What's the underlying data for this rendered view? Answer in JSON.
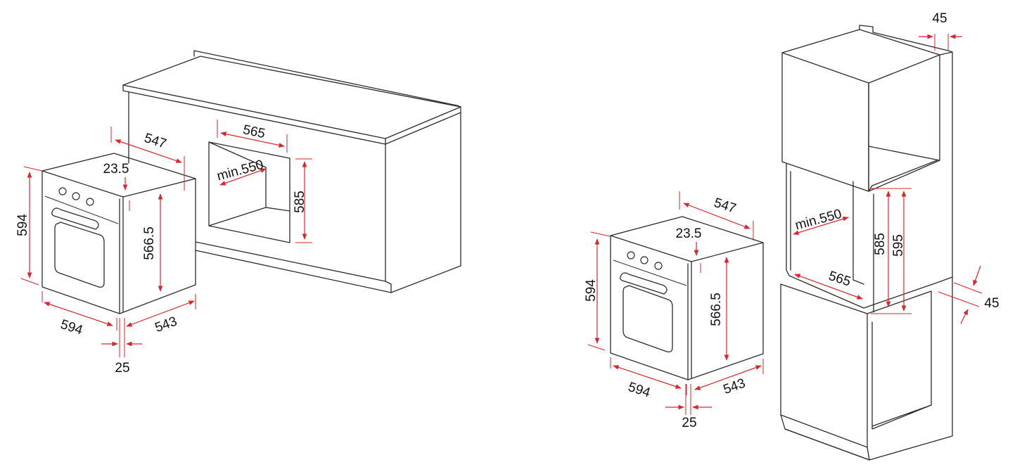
{
  "colors": {
    "outline": "#2b2b2b",
    "dimension": "#d9252b",
    "text": "#111111",
    "background": "#ffffff"
  },
  "left_figure": {
    "oven_width": "594",
    "oven_depth_top": "547",
    "top_inset": "23.5",
    "oven_height": "594",
    "side_height": "566.5",
    "bottom_width": "594",
    "side_depth": "543",
    "front_thickness": "25",
    "niche_width": "565",
    "niche_depth": "min.550",
    "niche_height": "585"
  },
  "right_figure": {
    "oven_depth_top": "547",
    "top_inset": "23.5",
    "oven_height": "594",
    "side_height": "566.5",
    "bottom_width": "594",
    "side_depth": "543",
    "front_thickness": "25",
    "niche_depth": "min.550",
    "niche_width": "565",
    "niche_height": "585",
    "niche_height_outer": "595",
    "rear_gap_top": "45",
    "rear_gap_bottom": "45"
  }
}
